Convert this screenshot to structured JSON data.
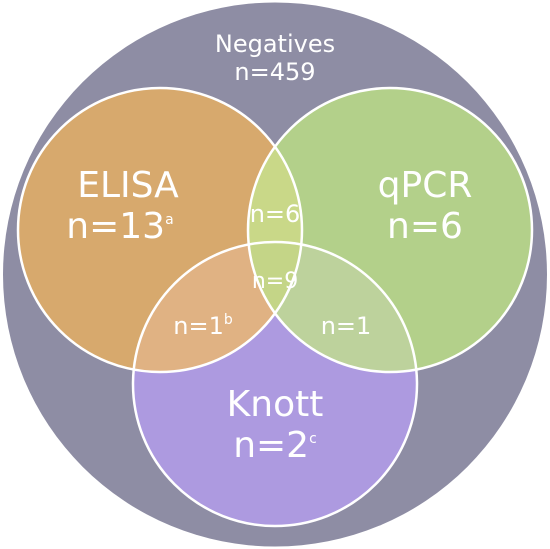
{
  "outer": {
    "label": "Negatives",
    "count": "n=459",
    "color": "#8e8da4"
  },
  "sets": {
    "elisa": {
      "label": "ELISA",
      "count": "n=13",
      "sup": "a",
      "color": "#d7a96d"
    },
    "qpcr": {
      "label": "qPCR",
      "count": "n=6",
      "color": "#b3d08a"
    },
    "knott": {
      "label": "Knott",
      "count": "n=2",
      "sup": "c",
      "color": "#ad9ae0"
    }
  },
  "intersections": {
    "elisa_qpcr": {
      "count": "n=6",
      "color": "#c9d888"
    },
    "elisa_knott": {
      "count": "n=1",
      "sup": "b",
      "color": "#e0b283"
    },
    "qpcr_knott": {
      "count": "n=1",
      "color": "#bdd29c"
    },
    "all": {
      "count": "n=9",
      "color": "#c4d587"
    }
  }
}
